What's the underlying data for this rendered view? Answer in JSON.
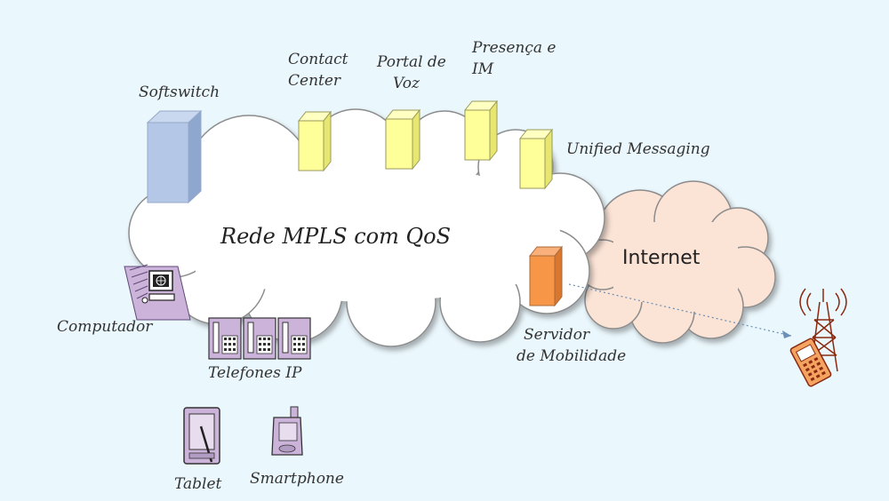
{
  "diagram": {
    "network_label": "Rede MPLS com QoS",
    "internet_label": "Internet",
    "nodes": {
      "softswitch": "Softswitch",
      "contact_center": [
        "Contact",
        "Center"
      ],
      "portal_de_voz": [
        "Portal de",
        "Voz"
      ],
      "presenca_im": [
        "Presença e",
        "IM"
      ],
      "unified_messaging": "Unified Messaging",
      "servidor": [
        "Servidor",
        "de Mobilidade"
      ],
      "computador": "Computador",
      "telefones_ip": "Telefones IP",
      "tablet": "Tablet",
      "smartphone": "Smartphone"
    },
    "colors": {
      "background": "#eaf7fc",
      "mpls_cloud": "#ffffff",
      "internet_cloud": "#fbe3d6",
      "softswitch": "#b4c7e7",
      "app_servers": "#ffff99",
      "mobility_server": "#f79646",
      "devices": "#ccb3d9",
      "mobile_tower": "#c0504d"
    },
    "icons": {
      "computer": "computer-icon",
      "ip_phone": "ip-phone-icon",
      "tablet": "tablet-icon",
      "smartphone": "smartphone-icon",
      "mobile_tower": "cell-tower-icon"
    }
  }
}
